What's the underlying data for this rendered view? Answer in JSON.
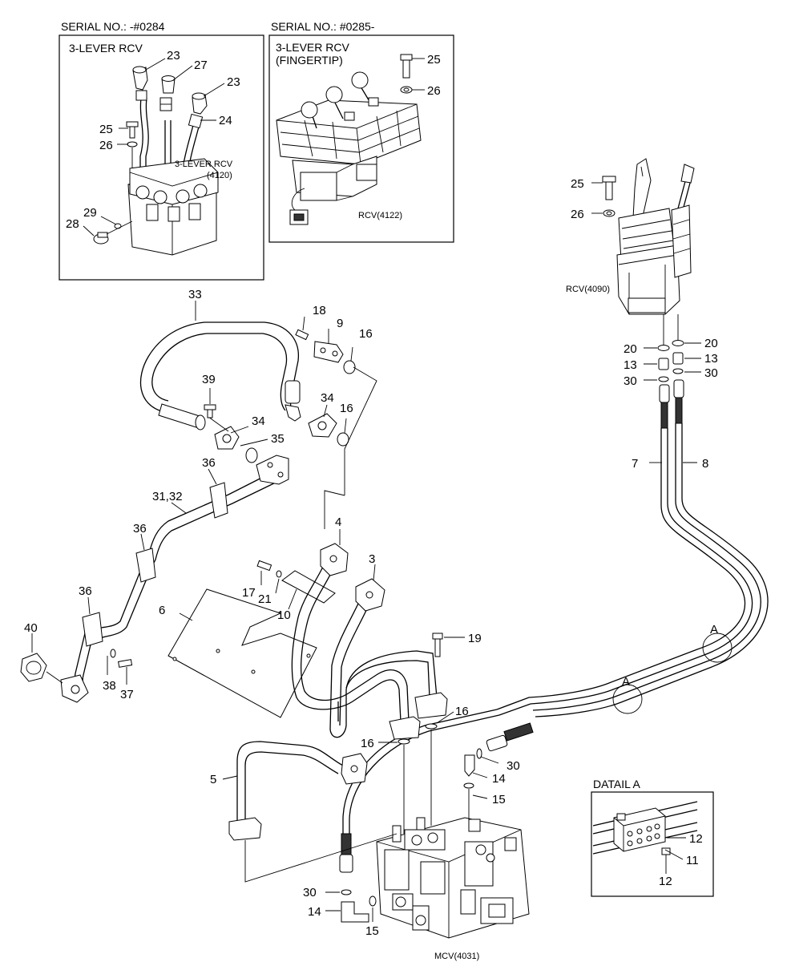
{
  "headers": {
    "serial_left": "SERIAL NO.: -#0284",
    "serial_right": "SERIAL NO.: #0285-",
    "box1_title": "3-LEVER RCV",
    "box2_title_line1": "3-LEVER RCV",
    "box2_title_line2": "(FINGERTIP)",
    "detail_title": "DATAIL A"
  },
  "labels": {
    "rcv_4120_line1": "3-LEVER RCV",
    "rcv_4120_line2": "(4120)",
    "rcv_4122": "RCV(4122)",
    "rcv_4090": "RCV(4090)",
    "mcv_4031": "MCV(4031)",
    "section_a1": "A",
    "section_a2": "A"
  },
  "callouts": {
    "n23a": "23",
    "n27": "27",
    "n23b": "23",
    "n24": "24",
    "n25a": "25",
    "n26a": "26",
    "n29": "29",
    "n28": "28",
    "n25b": "25",
    "n26b": "26",
    "n25c": "25",
    "n26c": "26",
    "n20a": "20",
    "n20b": "20",
    "n13a": "13",
    "n13b": "13",
    "n30a": "30",
    "n30b": "30",
    "n7": "7",
    "n8": "8",
    "n33": "33",
    "n18": "18",
    "n9": "9",
    "n16a": "16",
    "n39": "39",
    "n34a": "34",
    "n34b": "34",
    "n16b": "16",
    "n35": "35",
    "n36a": "36",
    "n3132": "31,32",
    "n36b": "36",
    "n4": "4",
    "n3": "3",
    "n36c": "36",
    "n17": "17",
    "n21": "21",
    "n10": "10",
    "n6": "6",
    "n19": "19",
    "n40": "40",
    "n38": "38",
    "n37": "37",
    "n16c": "16",
    "n16d": "16",
    "n5": "5",
    "n30c": "30",
    "n14a": "14",
    "n15a": "15",
    "n30d": "30",
    "n14b": "14",
    "n15b": "15",
    "n12a": "12",
    "n11": "11",
    "n12b": "12"
  }
}
